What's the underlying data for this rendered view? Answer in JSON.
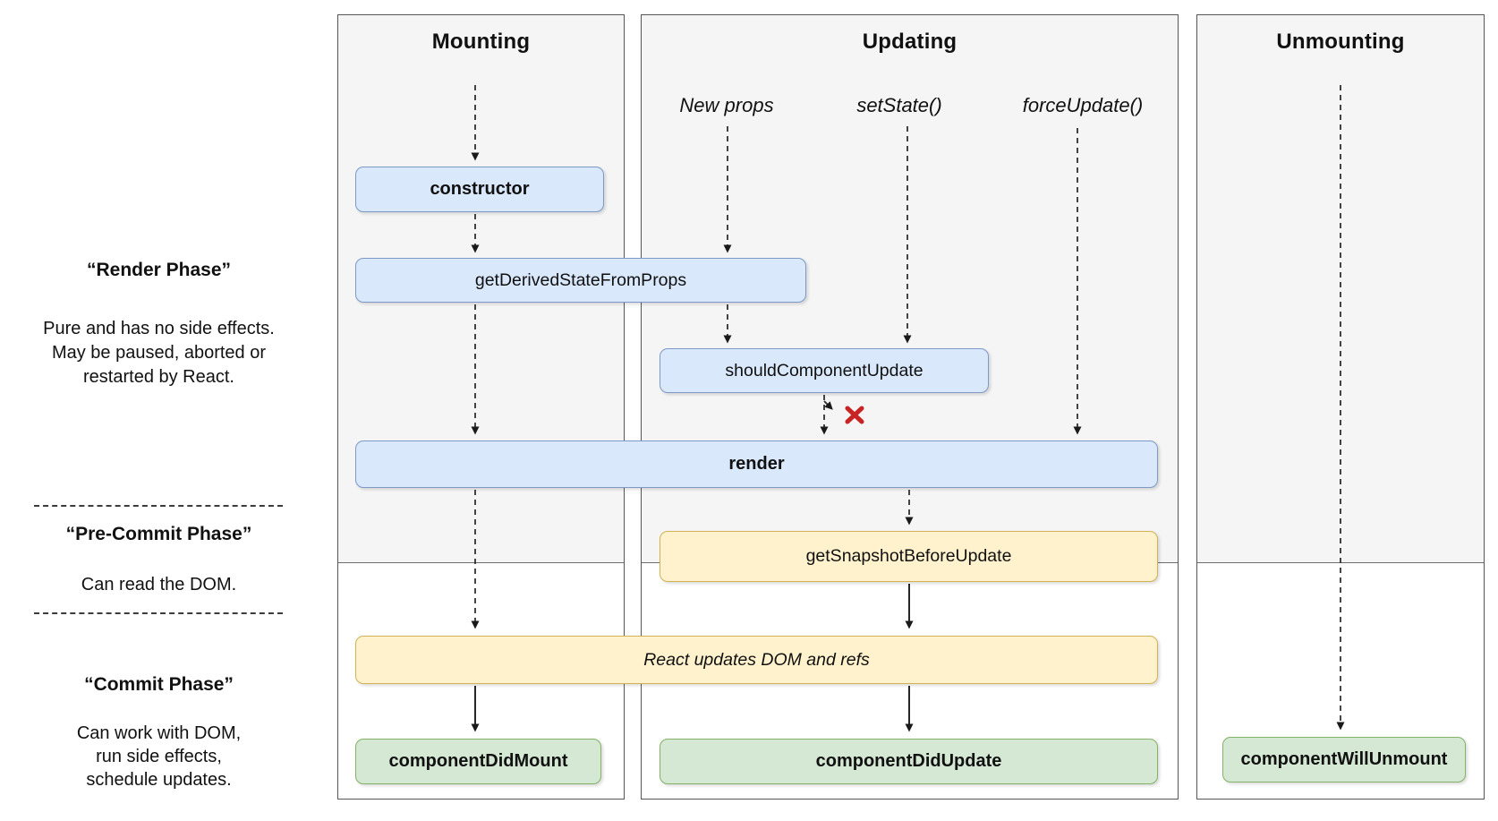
{
  "phase_labels": {
    "render": {
      "title": "“Render Phase”",
      "lines": [
        "Pure and has no side effects.",
        "May be paused, aborted or",
        "restarted by React."
      ]
    },
    "pre_commit": {
      "title": "“Pre-Commit Phase”",
      "lines": [
        "Can read the DOM."
      ]
    },
    "commit": {
      "title": "“Commit Phase”",
      "lines": [
        "Can work with DOM,",
        "run side effects,",
        "schedule updates."
      ]
    }
  },
  "columns": {
    "mounting": {
      "header": "Mounting"
    },
    "updating": {
      "header": "Updating",
      "triggers": {
        "new_props": "New props",
        "set_state": "setState()",
        "force_update": "forceUpdate()"
      }
    },
    "unmounting": {
      "header": "Unmounting"
    }
  },
  "nodes": {
    "constructor": {
      "label": "constructor"
    },
    "get_derived_state_from_props": {
      "label": "getDerivedStateFromProps"
    },
    "should_component_update": {
      "label": "shouldComponentUpdate"
    },
    "render": {
      "label": "render"
    },
    "get_snapshot_before_update": {
      "label": "getSnapshotBeforeUpdate"
    },
    "react_updates_dom": {
      "label": "React updates DOM and refs"
    },
    "component_did_mount": {
      "label": "componentDidMount"
    },
    "component_did_update": {
      "label": "componentDidUpdate"
    },
    "component_will_unmount": {
      "label": "componentWillUnmount"
    }
  },
  "icons": {
    "abort": "red-x-icon"
  },
  "colors": {
    "node_blue_fill": "#dae8fc",
    "node_blue_border": "#7d99c7",
    "node_yellow_fill": "#fff2cc",
    "node_yellow_border": "#d2b254",
    "node_green_fill": "#d5e8d4",
    "node_green_border": "#84b266",
    "phase_shade": "#f5f5f5",
    "abort_red": "#c92424",
    "arrow_dark": "#262626"
  }
}
